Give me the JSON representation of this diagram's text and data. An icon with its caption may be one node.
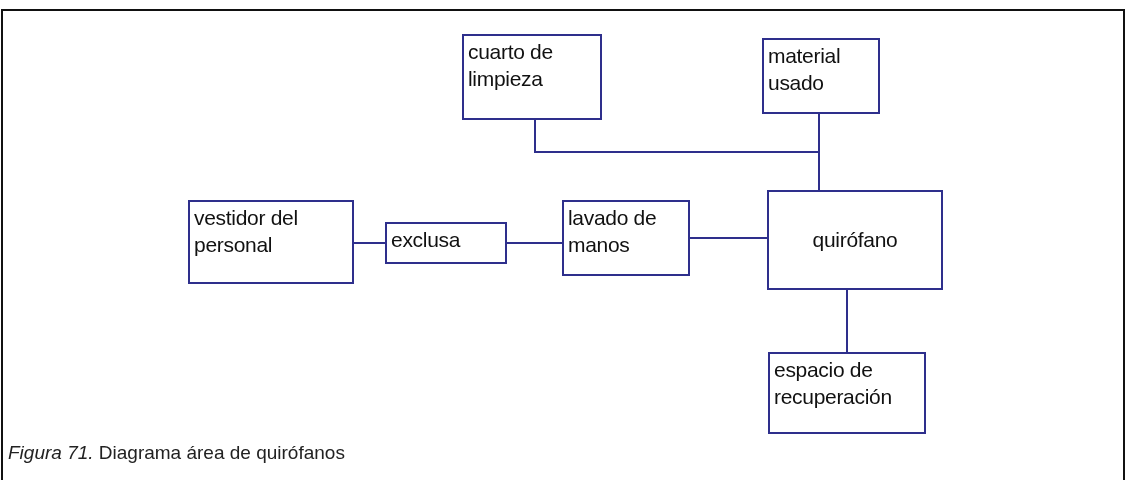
{
  "diagram": {
    "caption": "*Figura 71.* Diagrama área de quirófanos",
    "nodes": [
      {
        "text": [
          "cuarto de limpieza"
        ]
      },
      {
        "text": [
          "material usado"
        ]
      },
      {
        "text": [
          "vestidor del personal"
        ]
      },
      {
        "text": [
          "exclusa"
        ]
      },
      {
        "text": [
          "lavado de manos"
        ]
      },
      {
        "text": [
          "quirófano"
        ]
      },
      {
        "text": [
          "espacio de recuperación"
        ]
      }
    ],
    "edges": [
      {
        "from": 0,
        "to": 5,
        "arrow": "none"
      },
      {
        "from": 1,
        "to": 5,
        "arrow": "none"
      },
      {
        "from": 2,
        "to": 3,
        "arrow": "none"
      },
      {
        "from": 3,
        "to": 4,
        "arrow": "none"
      },
      {
        "from": 4,
        "to": 5,
        "arrow": "none"
      },
      {
        "from": 5,
        "to": 6,
        "arrow": "none"
      }
    ]
  }
}
